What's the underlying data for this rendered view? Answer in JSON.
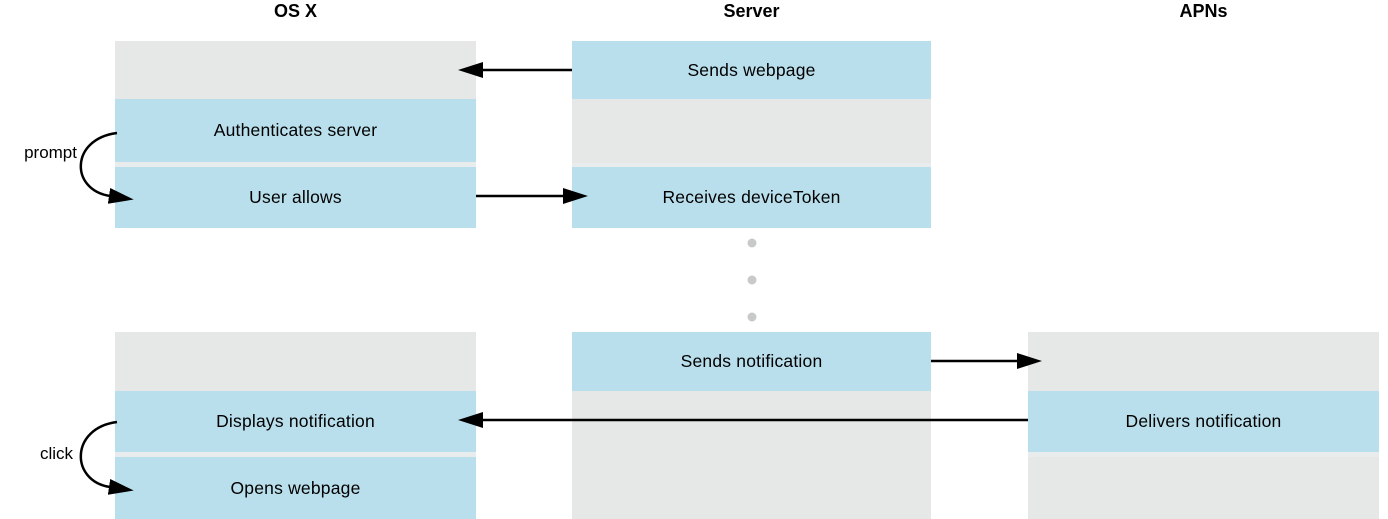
{
  "headers": {
    "osx": "OS X",
    "server": "Server",
    "apns": "APNs"
  },
  "osx": {
    "authenticates_server": "Authenticates server",
    "user_allows": "User allows",
    "displays_notification": "Displays notification",
    "opens_webpage": "Opens webpage"
  },
  "server": {
    "sends_webpage": "Sends webpage",
    "receives_device_token": "Receives deviceToken",
    "sends_notification": "Sends notification"
  },
  "apns": {
    "delivers_notification": "Delivers notification"
  },
  "annotations": {
    "prompt": "prompt",
    "click": "click"
  },
  "colors": {
    "step": "#b9dfec",
    "idle": "#e6e7e7",
    "gap": "#e9ecec",
    "dot": "#c8caca",
    "arrow": "#000000",
    "text": "#000000"
  }
}
